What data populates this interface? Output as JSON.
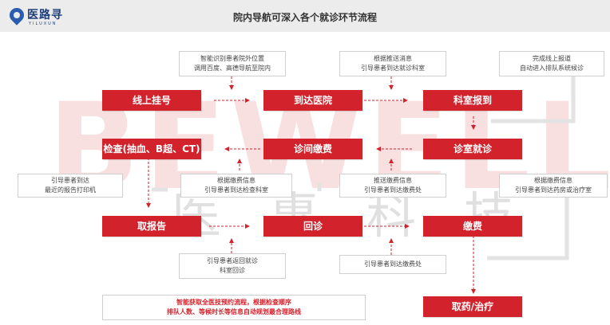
{
  "header": {
    "logo_name": "医路寻",
    "logo_sub": "YILUXUN",
    "title": "院内导航可深入各个就诊环节流程"
  },
  "watermark": {
    "latin": "BEWELL",
    "cn": "医惠科技"
  },
  "steps": {
    "register": "线上挂号",
    "arrive": "到达医院",
    "checkin": "科室报到",
    "exam": "检查(抽血、B超、CT)",
    "pay_fee": "诊间缴费",
    "consult": "诊室就诊",
    "get_report": "取报告",
    "revisit": "回诊",
    "payment": "缴费",
    "medicine": "取药/治疗"
  },
  "notes": {
    "n1_line1": "智能识别患者院外位置",
    "n1_line2": "调用百度、高德导航至院内",
    "n2_line1": "根据推送消息",
    "n2_line2": "引导患者到达就诊科室",
    "n3_line1": "完成线上报道",
    "n3_line2": "自动进入排队系统候诊",
    "n4_line1": "引导患者到达",
    "n4_line2": "最近的报告打印机",
    "n5_line1": "根据缴费信息",
    "n5_line2": "引导患者到达检查科室",
    "n6_line1": "推送缴费信息",
    "n6_line2": "引导患者到达缴费处",
    "n7_line1": "根据缴费信息",
    "n7_line2": "引导患者到达药房或治疗室",
    "n8_line1": "引导患者返回就诊",
    "n8_line2": "科室回诊",
    "n9_line1": "引导患者到达缴费处",
    "n10_line1": "智能获取全医技预约流程，根据检查顺序",
    "n10_line2": "排队人数、等候时长等信息自动规划最合理路线"
  },
  "colors": {
    "step_red": "#d2222c",
    "watermark_pink": "#f6d6d6",
    "arrow_gray": "#cfcfcf"
  }
}
